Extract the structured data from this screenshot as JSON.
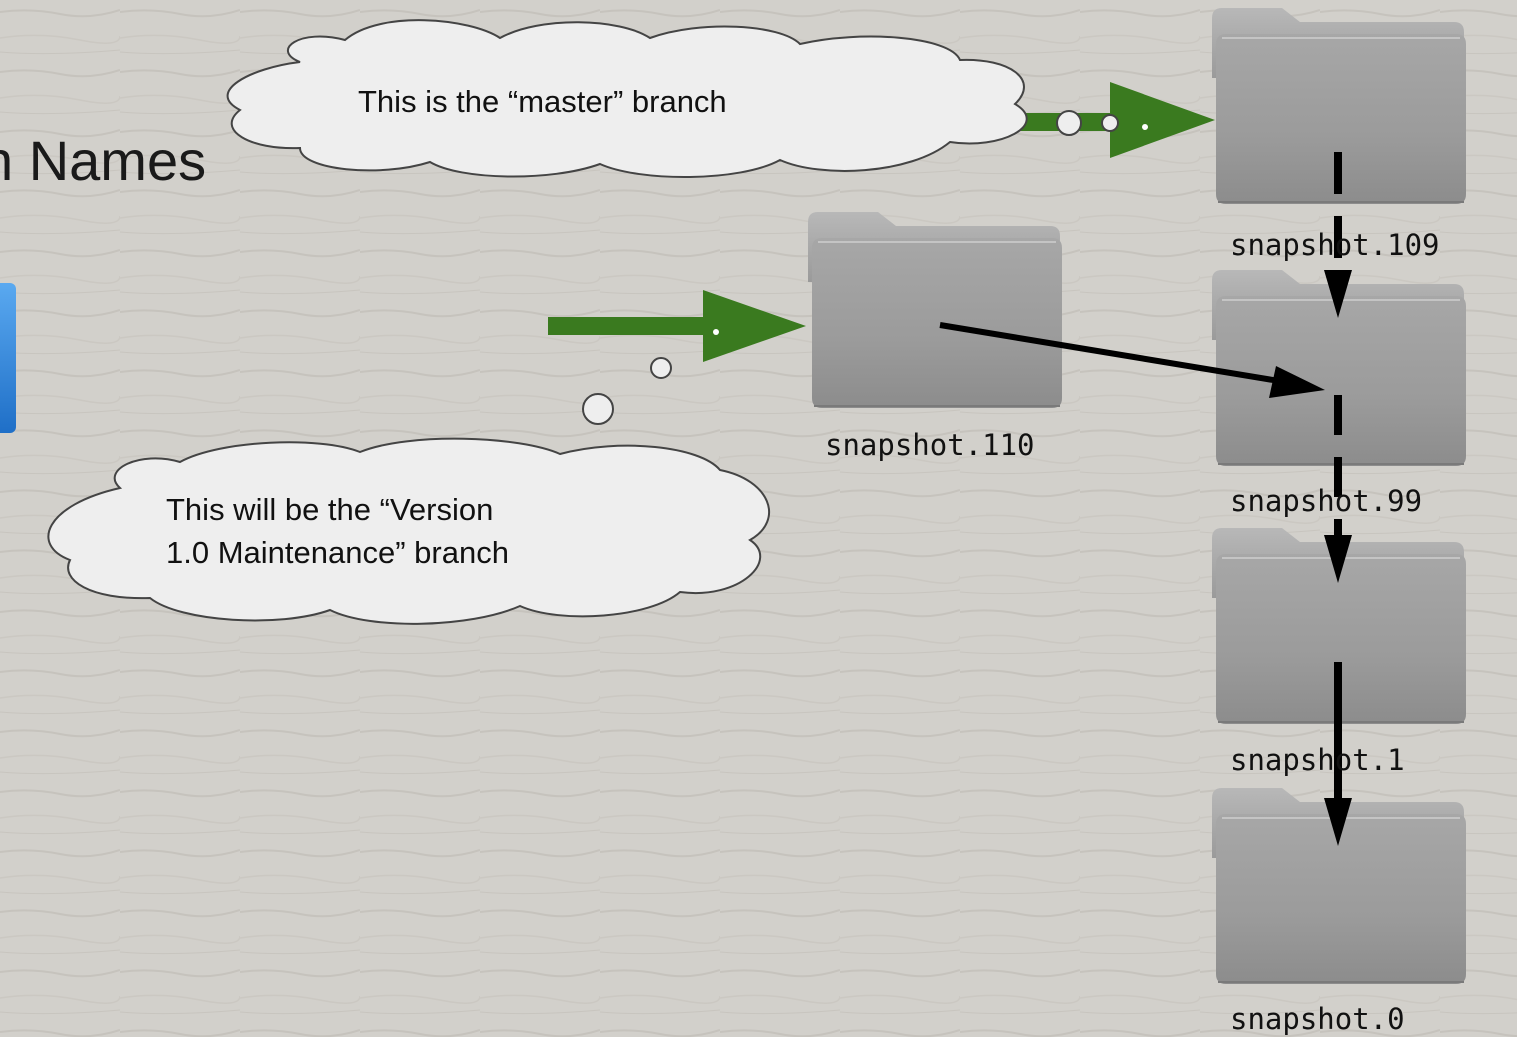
{
  "slide": {
    "title_fragment": "n Names"
  },
  "snapshots": [
    {
      "id": "s110",
      "label": "snapshot.110"
    },
    {
      "id": "s109",
      "label": "snapshot.109"
    },
    {
      "id": "s99",
      "label": "snapshot.99"
    },
    {
      "id": "s1",
      "label": "snapshot.1"
    },
    {
      "id": "s0",
      "label": "snapshot.0"
    }
  ],
  "callouts": {
    "master": {
      "lines": [
        "This is the “master” branch"
      ]
    },
    "maintenance": {
      "lines": [
        "This will be the “Version",
        "1.0 Maintenance” branch"
      ]
    }
  },
  "colors": {
    "background": "#d2d0cb",
    "branch_arrow": "#3a7a1f",
    "link_arrow": "#000000",
    "folder": "#9e9e9e",
    "cloud_fill": "#eeeeee"
  },
  "icons": {
    "folder": "folder-icon",
    "partial_app_icon": "blue-app-icon"
  }
}
